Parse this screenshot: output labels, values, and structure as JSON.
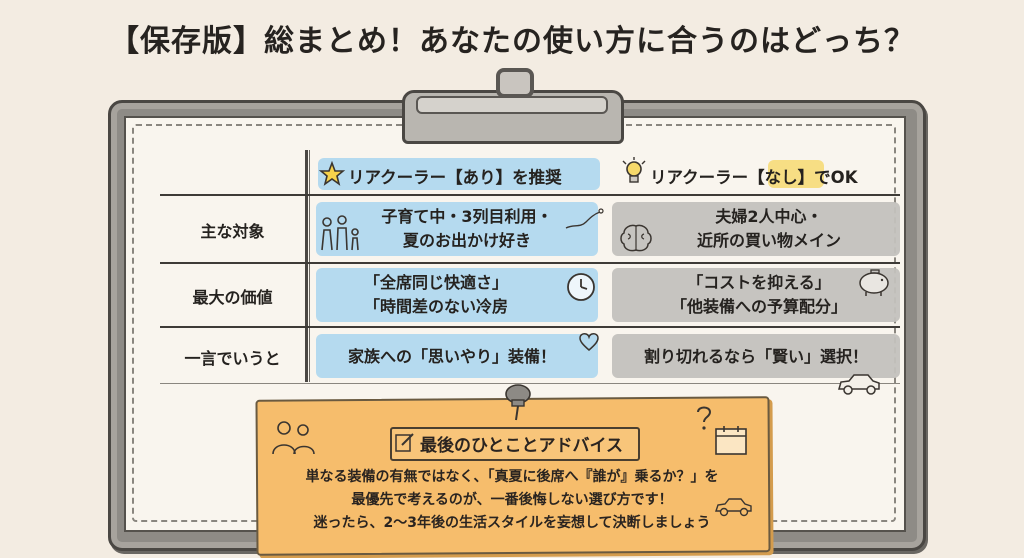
{
  "title": "【保存版】総まとめ！あなたの使い方に合うのはどっち？",
  "columns": [
    {
      "label": "リアクーラー【あり】を推奨",
      "icon": "star-icon"
    },
    {
      "label": "リアクーラー【なし】でOK",
      "icon": "lightbulb-icon"
    }
  ],
  "rows": [
    {
      "label": "主な対象",
      "with": "子育て中・3列目利用・\n夏のお出かけ好き",
      "without": "夫婦2人中心・\n近所の買い物メイン"
    },
    {
      "label": "最大の価値",
      "with": "「全席同じ快適さ」\n「時間差のない冷房",
      "without": "「コストを抑える」\n「他装備への予算配分」"
    },
    {
      "label": "一言でいうと",
      "with": "家族への「思いやり」装備！",
      "without": "割り切れるなら「賢い」選択！"
    }
  ],
  "advice": {
    "title": "最後のひとことアドバイス",
    "lines": [
      "単なる装備の有無ではなく、「真夏に後席へ『誰が』乗るか？」を",
      "最優先で考えるのが、一番後悔しない選び方です！",
      "迷ったら、2〜3年後の生活スタイルを妄想して決断しましょう"
    ]
  },
  "icons": [
    "family-icon",
    "brain-icon",
    "clock-icon",
    "piggy-bank-icon",
    "heart-icon",
    "car-icon",
    "pushpin-icon",
    "pencil-note-icon",
    "people-icon",
    "calendar-icon",
    "question-icon"
  ],
  "colors": {
    "with_highlight": "#a9d5ef",
    "without_highlight": "#c3c1bd",
    "note": "#f6bd6c"
  }
}
